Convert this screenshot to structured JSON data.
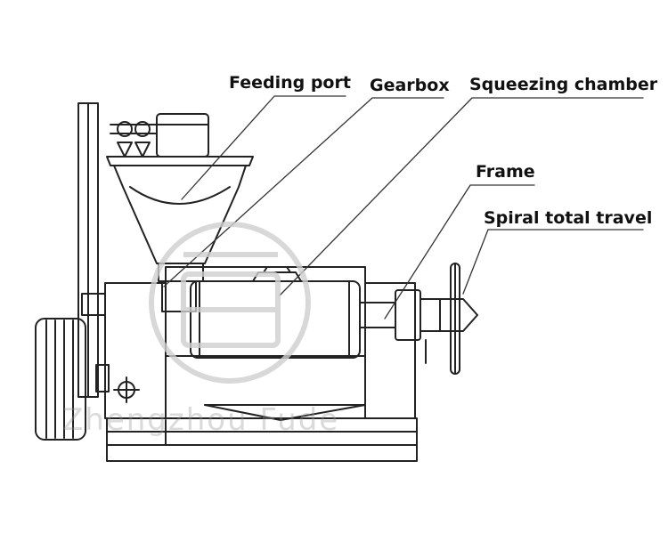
{
  "labels": {
    "feeding_port": "Feeding port",
    "gearbox": "Gearbox",
    "squeezing_chamber": "Squeezing chamber",
    "frame": "Frame",
    "spiral_total_travel": "Spiral total travel"
  },
  "watermark": {
    "text": "Zhengzhou Fude",
    "color": "#cccccc"
  },
  "colors": {
    "line": "#222222",
    "text": "#111111",
    "background": "#ffffff"
  }
}
